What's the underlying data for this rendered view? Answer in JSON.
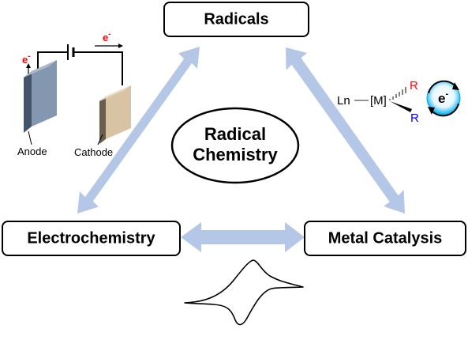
{
  "nodes": {
    "top": "Radicals",
    "left": "Electrochemistry",
    "right": "Metal Catalysis"
  },
  "center": {
    "line1": "Radical",
    "line2": "Chemistry"
  },
  "cell": {
    "electron_left": "e",
    "electron_top": "e",
    "electron_sup": "-",
    "anode": "Anode",
    "cathode": "Cathode"
  },
  "complex": {
    "ligand": "Ln",
    "metal": "[M]",
    "r_upper": "R",
    "r_lower": "R",
    "electron": "e",
    "electron_sup": "-"
  },
  "colors": {
    "arrow": "#b4c7e7",
    "electron_label": "#ff0000",
    "anode_front": "#8497b0",
    "anode_side": "#44546a",
    "cathode_front": "#d9c3a5",
    "cathode_side": "#6b5e4e",
    "r_upper": "#ff0000",
    "r_lower": "#0000ff",
    "electron_circle": "#00b0f0"
  }
}
